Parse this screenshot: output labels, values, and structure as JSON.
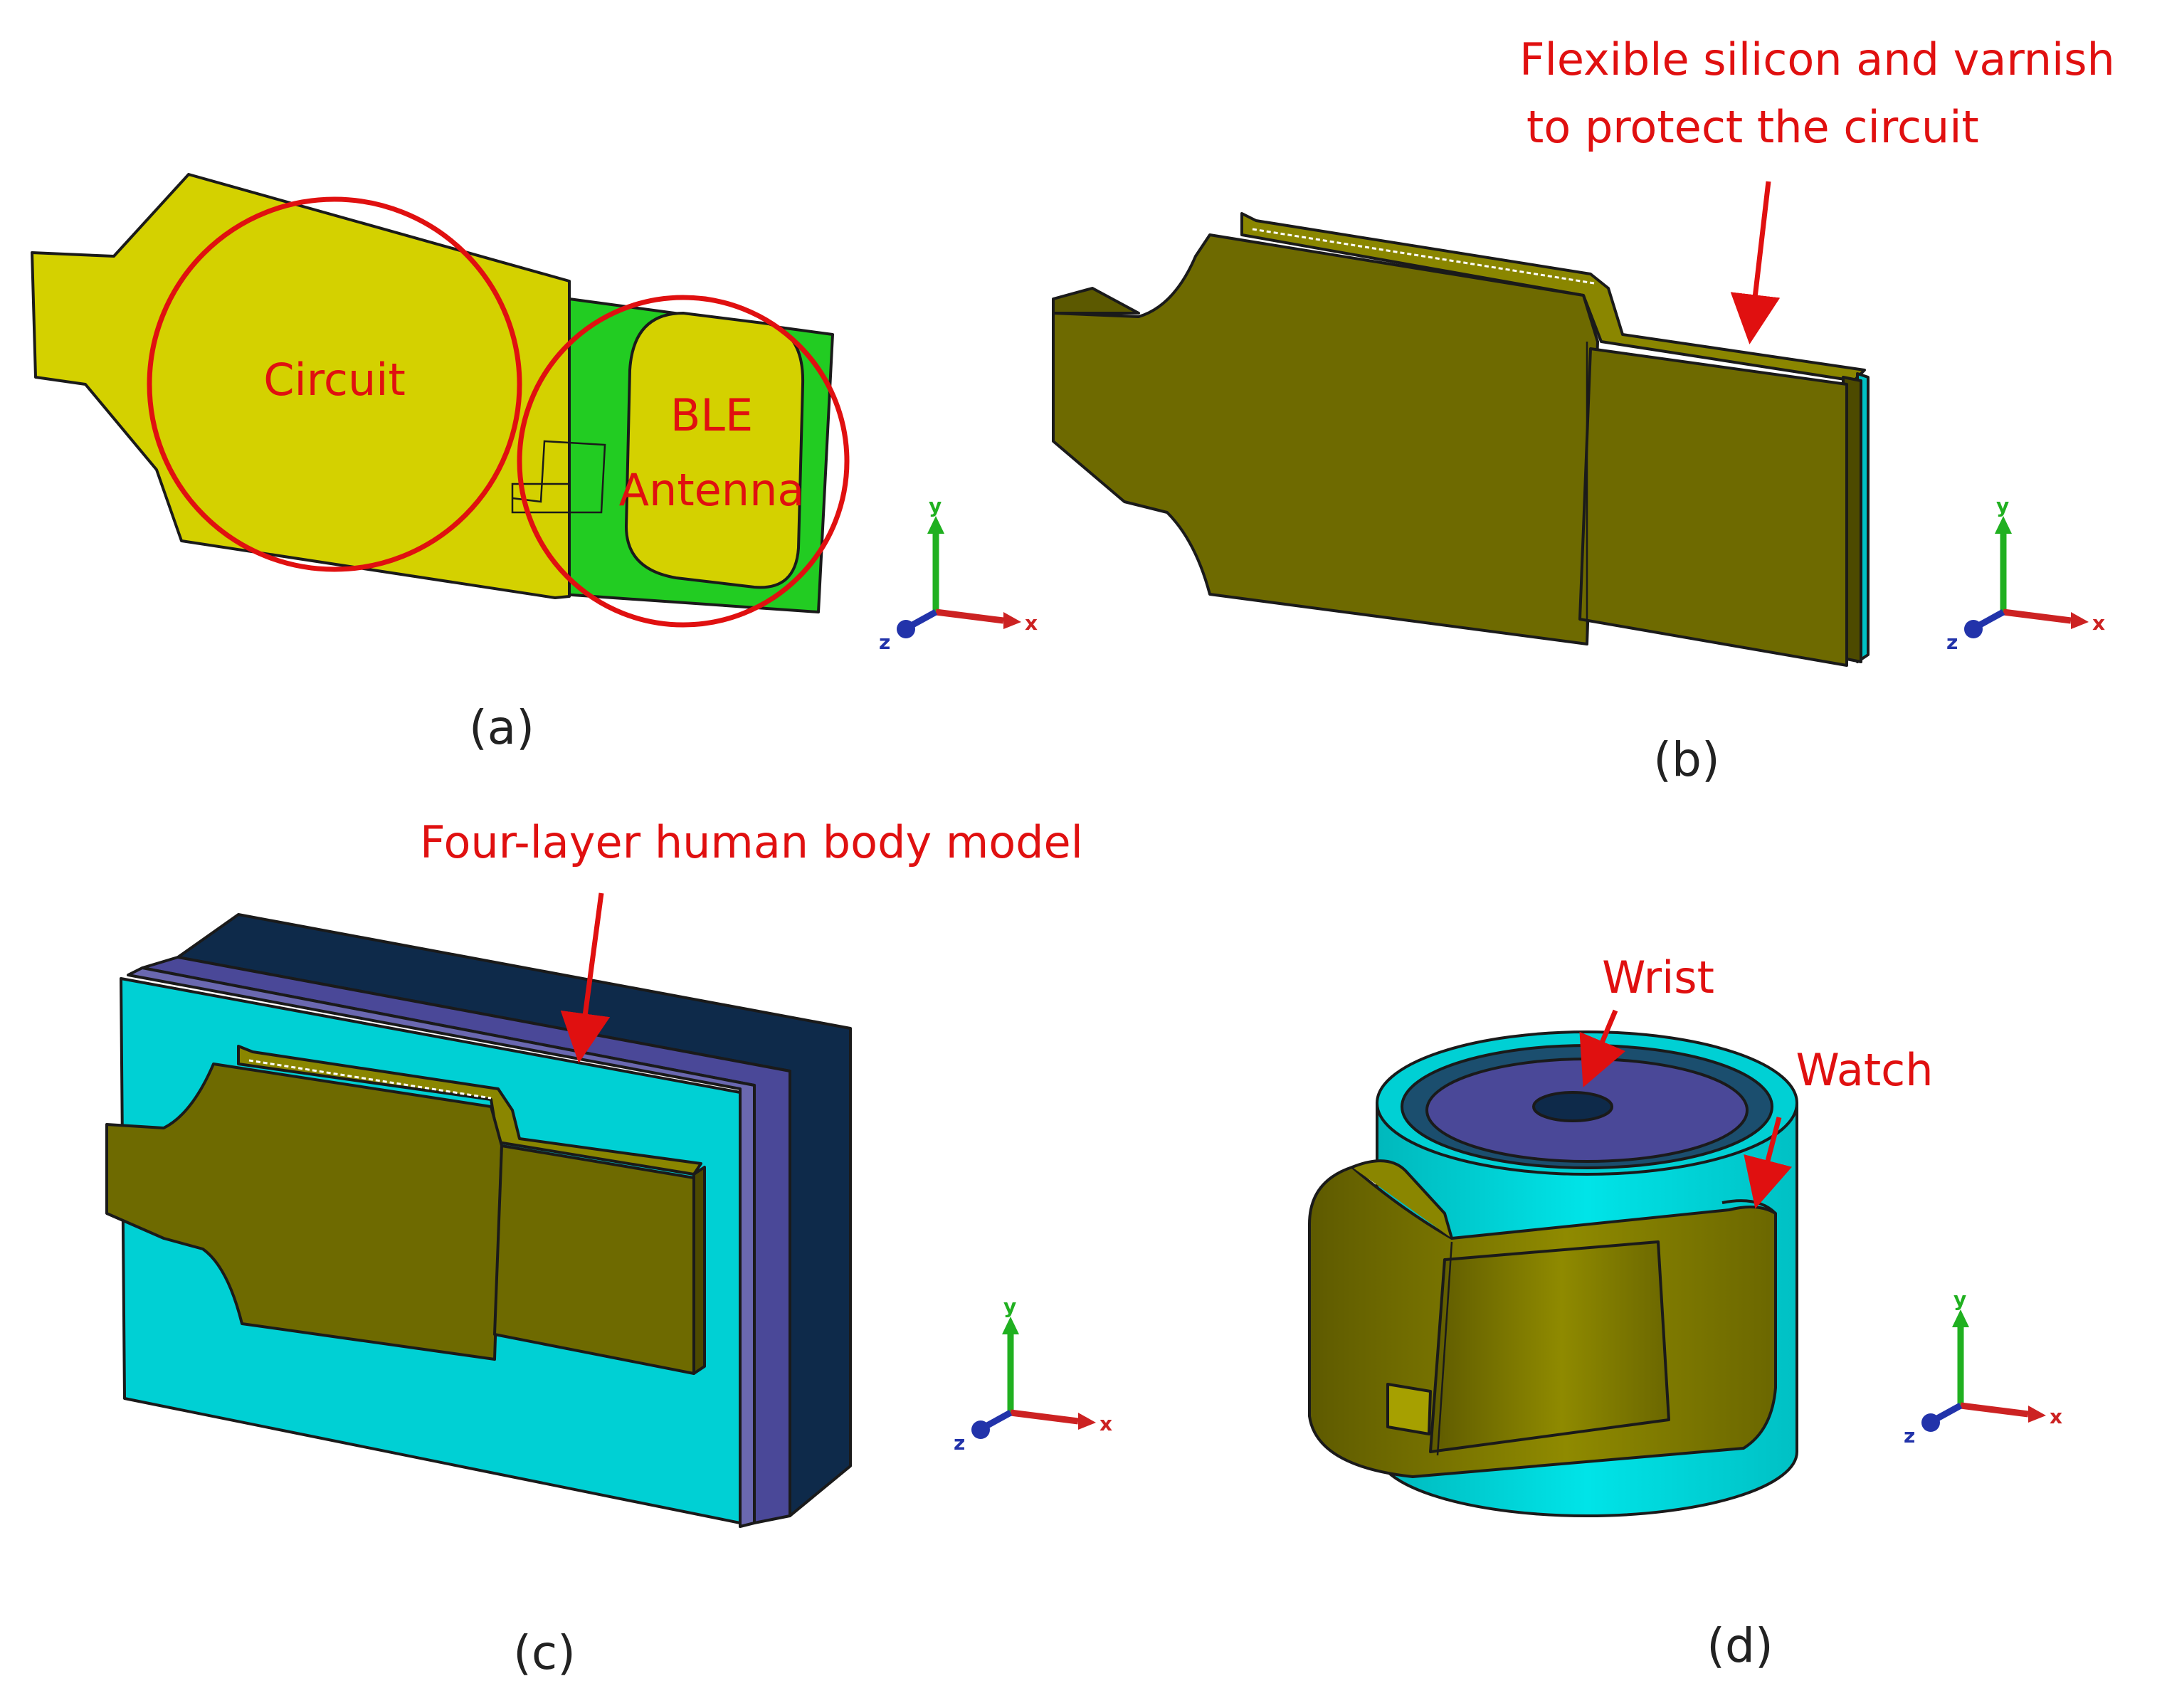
{
  "panels": {
    "a": {
      "caption": "(a)",
      "label_circuit": "Circuit",
      "label_ble_line1": "BLE",
      "label_ble_line2": "Antenna"
    },
    "b": {
      "caption": "(b)",
      "annotation_line1": "Flexible silicon and varnish",
      "annotation_line2": "to protect the circuit"
    },
    "c": {
      "caption": "(c)",
      "annotation": "Four-layer human body model"
    },
    "d": {
      "caption": "(d)",
      "label_wrist": "Wrist",
      "label_watch": "Watch"
    }
  },
  "axis_triad": {
    "x": "x",
    "y": "y",
    "z": "z"
  },
  "colors": {
    "pcb_yellow": "#d4d100",
    "antenna_green": "#22cc22",
    "olive": "#6e6a00",
    "olive_dark": "#4d4a00",
    "cyan": "#00d0d4",
    "purple": "#4a4898",
    "navy": "#0e2a4a",
    "annotation_red": "#e01010"
  }
}
